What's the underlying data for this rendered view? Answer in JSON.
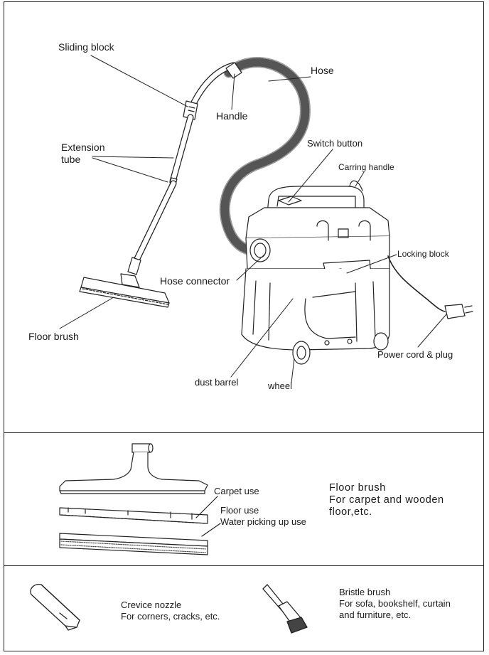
{
  "main_diagram": {
    "labels": {
      "sliding_block": "Sliding block",
      "hose": "Hose",
      "handle": "Handle",
      "extension_tube_1": "Extension",
      "extension_tube_2": "tube",
      "switch_button": "Switch button",
      "carring_handle": "Carring handle",
      "locking_block": "Locking block",
      "hose_connector": "Hose connector",
      "floor_brush": "Floor brush",
      "power_cord_plug": "Power cord & plug",
      "dust_barrel": "dust barrel",
      "wheel": "wheel"
    }
  },
  "floor_brush_section": {
    "carpet_use": "Carpet use",
    "floor_use": "Floor use",
    "water_use": "Water picking up use",
    "title": "Floor brush",
    "desc_1": "For carpet and wooden",
    "desc_2": "floor,etc."
  },
  "accessories": {
    "crevice": {
      "title": "Crevice nozzle",
      "desc": "For corners, cracks, etc."
    },
    "bristle": {
      "title": "Bristle brush",
      "desc_1": "For sofa, bookshelf, curtain",
      "desc_2": "and furniture, etc."
    }
  }
}
